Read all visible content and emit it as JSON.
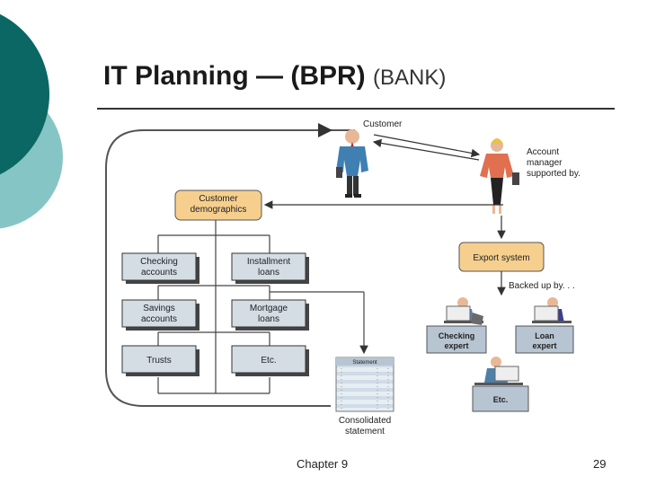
{
  "slide": {
    "title_main": "IT Planning — (BPR)",
    "title_sub": "(BANK)",
    "footer_chapter": "Chapter 9",
    "footer_page": "29"
  },
  "colors": {
    "deco_dark": "#0a6763",
    "deco_light": "#86c5c5",
    "orange_box": "#f6cf8e",
    "account_box": "#d4dde4",
    "expert_box": "#b7c4d2",
    "statement_box": "#cfdbe6"
  },
  "diagram": {
    "customer_label": "Customer",
    "account_manager_label": [
      "Account",
      "manager",
      "supported by."
    ],
    "customer_demographics": [
      "Customer",
      "demographics"
    ],
    "export_system": "Export system",
    "backed_up_label": "Backed up by. . .",
    "accounts": [
      [
        "Checking",
        "accounts"
      ],
      [
        "Installment",
        "loans"
      ],
      [
        "Savings",
        "accounts"
      ],
      [
        "Mortgage",
        "loans"
      ],
      [
        "Trusts"
      ],
      [
        "Etc."
      ]
    ],
    "statement_header": "Statement",
    "consolidated_label": [
      "Consolidated",
      "statement"
    ],
    "experts": [
      [
        "Checking",
        "expert"
      ],
      [
        "Loan",
        "expert"
      ],
      [
        "Etc."
      ]
    ]
  }
}
